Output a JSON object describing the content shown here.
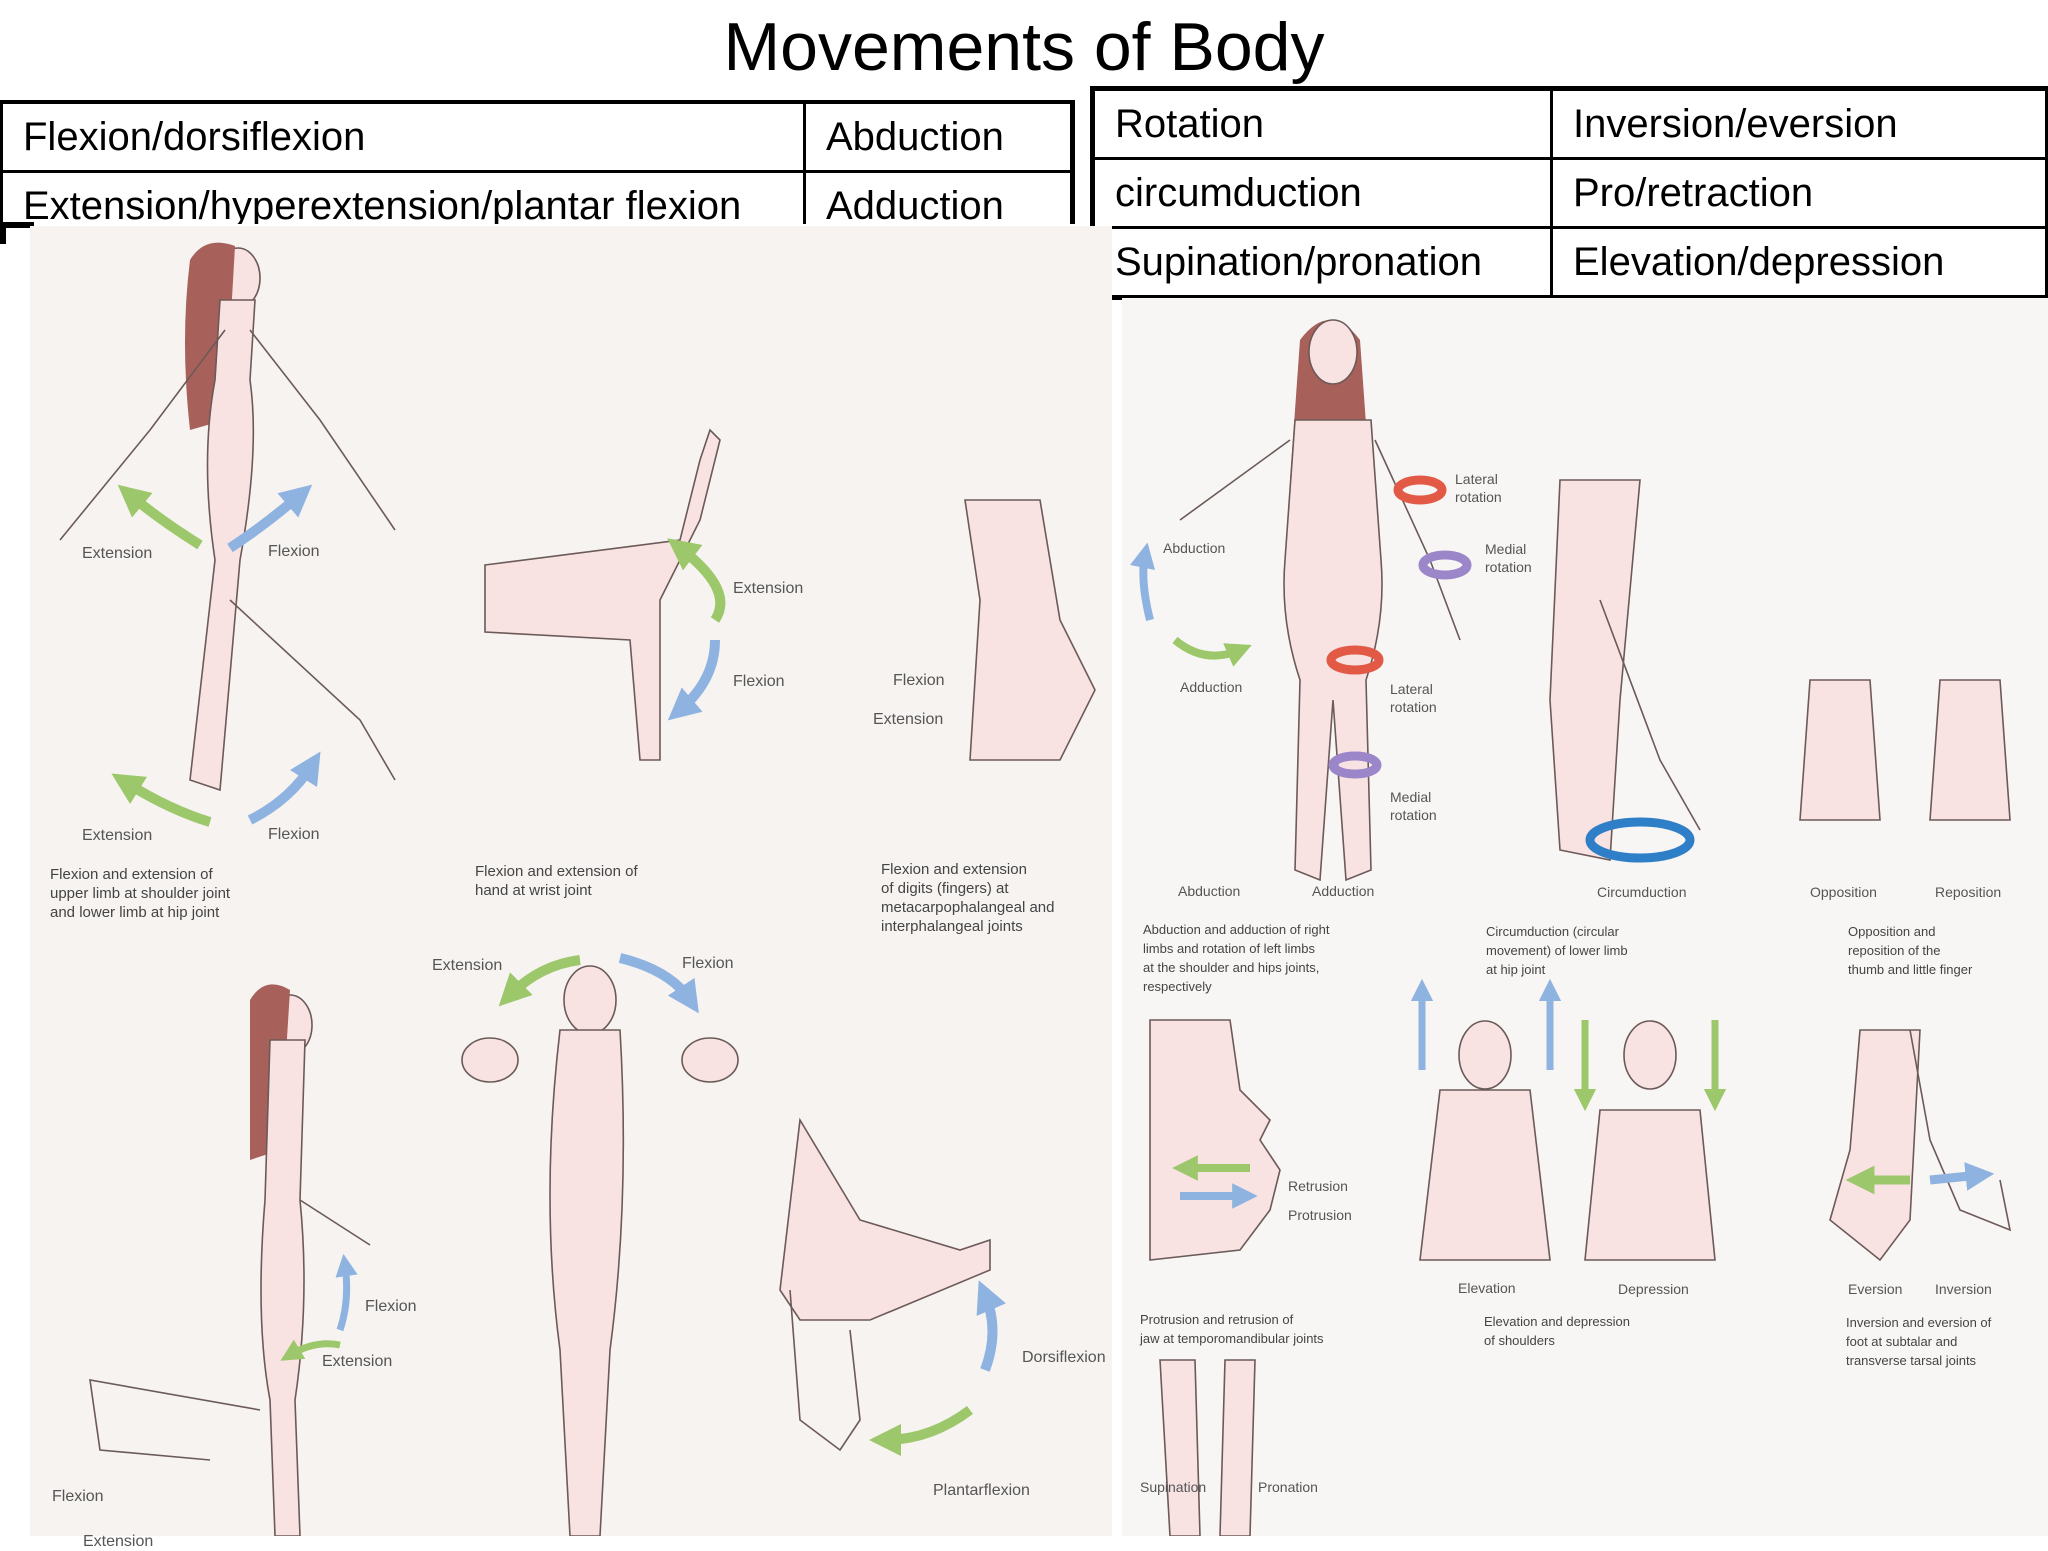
{
  "title": "Movements of Body",
  "table_left": [
    [
      "Flexion/dorsiflexion",
      "Abduction"
    ],
    [
      "Extension/hyperextension/plantar flexion",
      "Adduction"
    ]
  ],
  "table_right": [
    [
      "Rotation",
      "Inversion/eversion"
    ],
    [
      "circumduction",
      "Pro/retraction"
    ],
    [
      "Supination/pronation",
      "Elevation/depression"
    ]
  ],
  "figure_labels": {
    "ext1": "Extension",
    "flex1": "Flexion",
    "ext2": "Extension",
    "flex2": "Flexion",
    "wrist_ext": "Extension",
    "wrist_flex": "Flexion",
    "digit_flex": "Flexion",
    "digit_ext": "Extension",
    "neck_ext": "Extension",
    "neck_flex": "Flexion",
    "leg_flex_a": "Flexion",
    "leg_ext_a": "Extension",
    "leg_flex_b": "Flexion",
    "leg_ext_b": "Extension",
    "dorsi": "Dorsiflexion",
    "plantar": "Plantarflexion",
    "abduction1": "Abduction",
    "adduction1": "Adduction",
    "abduction2": "Abduction",
    "adduction2": "Adduction",
    "lat_rot1": "Lateral rotation",
    "med_rot1": "Medial rotation",
    "lat_rot2": "Lateral rotation",
    "med_rot2": "Medial rotation",
    "circumduction": "Circumduction",
    "opposition": "Opposition",
    "reposition": "Reposition",
    "retrusion": "Retrusion",
    "protrusion": "Protrusion",
    "elevation": "Elevation",
    "depression": "Depression",
    "eversion": "Eversion",
    "inversion": "Inversion",
    "supination": "Supination",
    "pronation": "Pronation"
  },
  "captions": {
    "shoulder_hip": [
      "Flexion and extension of",
      "upper limb at shoulder joint",
      "and lower limb at hip joint"
    ],
    "wrist": [
      "Flexion and extension of",
      "hand at wrist joint"
    ],
    "digits": [
      "Flexion and extension",
      "of digits (fingers) at",
      "metacarpophalangeal and",
      "interphalangeal joints"
    ],
    "abduction": [
      "Abduction and adduction of right",
      "limbs and rotation of left limbs",
      "at the shoulder and hips joints,",
      "respectively"
    ],
    "circumduction": [
      "Circumduction (circular",
      "movement) of lower limb",
      "at hip joint"
    ],
    "opposition": [
      "Opposition and",
      "reposition of the",
      "thumb and little finger"
    ],
    "jaw": [
      "Protrusion and retrusion of",
      "jaw at temporomandibular joints"
    ],
    "shoulders": [
      "Elevation and depression",
      "of shoulders"
    ],
    "foot": [
      "Inversion and eversion of",
      "foot at subtalar and",
      "transverse tarsal joints"
    ]
  },
  "colors": {
    "green_arrow": "#9cc76a",
    "blue_arrow": "#8fb3e0",
    "red_arrow": "#e25a45",
    "purple_arrow": "#9b86c9",
    "skin": "#f7d9d9",
    "hair": "#a8605a"
  }
}
